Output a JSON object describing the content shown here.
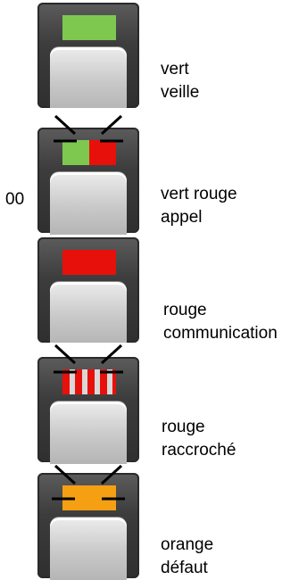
{
  "side_label": "00",
  "states": [
    {
      "color_word": "vert",
      "state_word": "veille",
      "led_colors": [
        "#7ec850"
      ],
      "led_style": "solid",
      "rays": false
    },
    {
      "color_word": "vert rouge",
      "state_word": "appel",
      "led_colors": [
        "#7ec850",
        "#e8100b"
      ],
      "led_style": "split",
      "rays": true
    },
    {
      "color_word": "rouge",
      "state_word": "communication",
      "led_colors": [
        "#e8100b"
      ],
      "led_style": "solid",
      "rays": false
    },
    {
      "color_word": "rouge",
      "state_word": "raccroché",
      "led_colors": [
        "#e8100b",
        "#d8d8d8"
      ],
      "led_style": "stripes",
      "rays": true
    },
    {
      "color_word": "orange",
      "state_word": "défaut",
      "led_colors": [
        "#f5a012"
      ],
      "led_style": "solid",
      "rays": true
    }
  ]
}
